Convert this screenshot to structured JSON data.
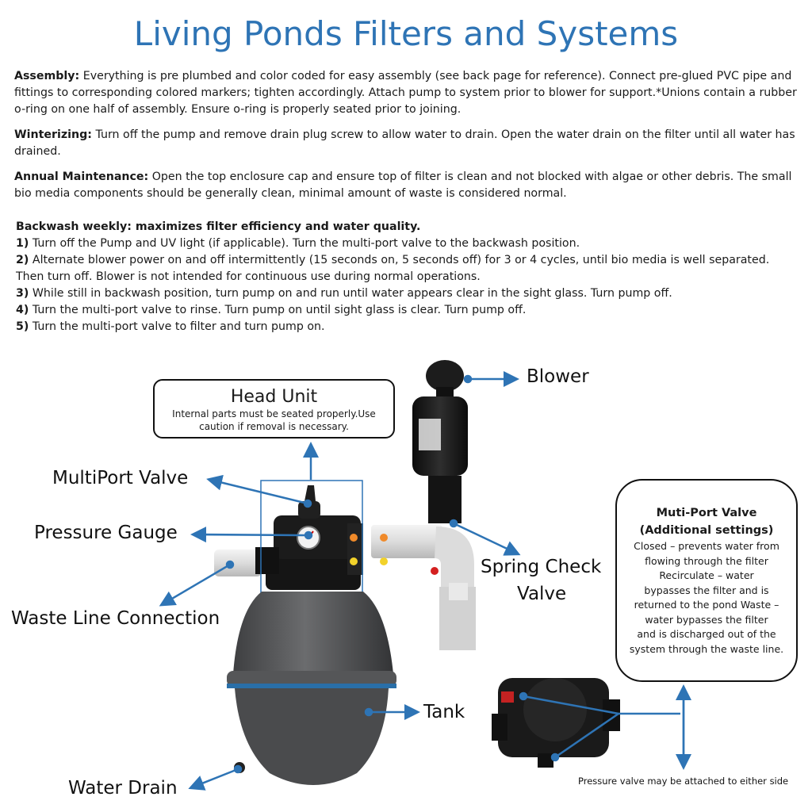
{
  "title": "Living Ponds Filters and Systems",
  "assembly": {
    "label": "Assembly:",
    "text": "Everything is pre plumbed and color coded for easy assembly (see back page for reference). Connect pre-glued PVC pipe and fittings to corresponding colored markers; tighten accordingly. Attach pump to system prior to blower for support.*Unions contain a rubber o-ring on one half of assembly. Ensure o-ring is properly seated prior to joining."
  },
  "winterizing": {
    "label": "Winterizing:",
    "text": "Turn off the pump and remove drain plug screw to allow water to drain. Open the water drain on the filter until all water has drained."
  },
  "maintenance": {
    "label": "Annual Maintenance:",
    "text": "Open the top enclosure cap and ensure top of filter is clean and not blocked with algae or other debris. The small bio media components should be generally clean, minimal amount of waste is considered normal."
  },
  "backwash": {
    "heading": "Backwash weekly: maximizes filter efficiency and water quality.",
    "steps": [
      {
        "num": "1)",
        "text": "Turn off the Pump and UV light (if applicable). Turn the multi-port valve to the backwash position."
      },
      {
        "num": "2)",
        "text": "Alternate blower power on and off intermittently (15 seconds on, 5 seconds off) for 3 or 4 cycles, until bio media is well separated. Then turn off. Blower is not intended for continuous use during normal operations."
      },
      {
        "num": "3)",
        "text": "While still in backwash position, turn pump on and run until water appears clear in the sight glass. Turn pump off."
      },
      {
        "num": "4)",
        "text": "Turn the multi-port valve to rinse. Turn pump on until sight glass is clear. Turn pump off."
      },
      {
        "num": "5)",
        "text": "Turn the multi-port valve to filter and turn pump on."
      }
    ]
  },
  "diagram": {
    "head_unit": {
      "title": "Head Unit",
      "text": "Internal parts must be seated properly.Use caution if removal is necessary."
    },
    "labels": {
      "blower": "Blower",
      "multiport_valve": "MultiPort Valve",
      "pressure_gauge": "Pressure Gauge",
      "waste_line": "Waste Line Connection",
      "spring_check_1": "Spring Check",
      "spring_check_2": "Valve",
      "tank": "Tank",
      "water_drain": "Water Drain"
    },
    "multiport_box": {
      "title": "Muti-Port Valve",
      "subtitle": "(Additional settings)",
      "lines": [
        "Closed – prevents water from",
        "flowing through the filter",
        "Recirculate – water",
        "bypasses the filter and is",
        "returned to the pond Waste –",
        "water bypasses the filter",
        "and is discharged out of the",
        "system through the waste line."
      ]
    },
    "pressure_note": "Pressure valve may be attached to either side",
    "colors": {
      "arrow": "#2e74b5",
      "title": "#2e74b5",
      "tank": "#58595b",
      "tank_band": "#2a6fa8"
    }
  }
}
